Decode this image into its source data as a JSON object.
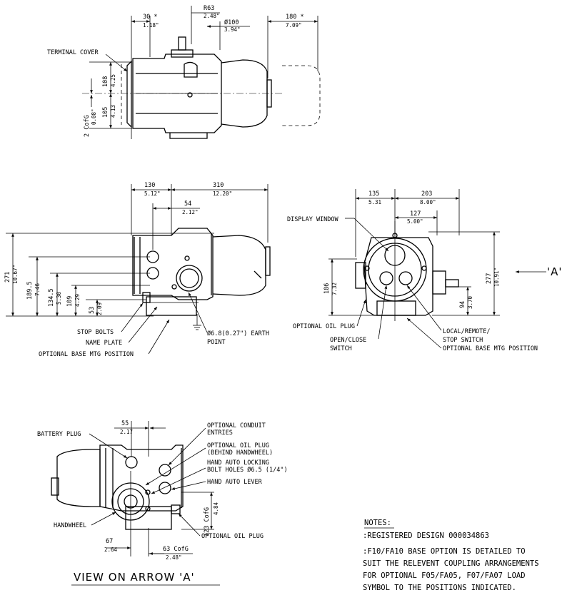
{
  "top_view": {
    "terminal_cover": "TERMINAL COVER",
    "dim_30": "30 *",
    "dim_30_in": "1.18\"",
    "dim_r63": "R63",
    "dim_r63_in": "2.48\"",
    "dim_100": "Ø100",
    "dim_100_in": "3.94\"",
    "dim_180": "180 *",
    "dim_180_in": "7.09\"",
    "dim_108": "108",
    "dim_108_in": "4.25",
    "dim_105": "105",
    "dim_105_in": "4.13",
    "dim_cofg": "2 CofG",
    "dim_cofg_in": "0.08\""
  },
  "side_view": {
    "dim_130": "130",
    "dim_130_in": "5.12\"",
    "dim_310": "310",
    "dim_310_in": "12.20\"",
    "dim_54": "54",
    "dim_54_in": "2.12\"",
    "dim_271": "271",
    "dim_271_in": "10.67\"",
    "dim_189": "189.5",
    "dim_189_in": "7.46",
    "dim_134": "134.5",
    "dim_134_in": "5.30",
    "dim_109": "109",
    "dim_109_in": "4.29",
    "dim_53": "53",
    "dim_53_in": "2.09",
    "stop_bolts": "STOP BOLTS",
    "name_plate": "NAME PLATE",
    "opt_base": "OPTIONAL BASE MTG POSITION",
    "earth_1": "Ø6.8(0.27\") EARTH",
    "earth_2": "POINT"
  },
  "front_view": {
    "dim_135": "135",
    "dim_135_in": "5.31",
    "dim_203": "203",
    "dim_203_in": "8.00\"",
    "dim_127": "127",
    "dim_127_in": "5.00\"",
    "dim_186": "186",
    "dim_186_in": "7.32",
    "dim_277": "277",
    "dim_277_in": "10.91\"",
    "dim_94": "94",
    "dim_94_in": "3.70",
    "arrow_label": "'A'",
    "display_window": "DISPLAY WINDOW",
    "opt_oil_plug": "OPTIONAL OIL PLUG",
    "open_close_1": "OPEN/CLOSE",
    "open_close_2": "SWITCH",
    "local_remote_1": "LOCAL/REMOTE/",
    "local_remote_2": "STOP SWITCH",
    "opt_base": "OPTIONAL BASE MTG POSITION"
  },
  "arrow_view": {
    "dim_55": "55",
    "dim_55_in": "2.17",
    "battery_plug": "BATTERY PLUG",
    "conduit_1": "OPTIONAL CONDUIT",
    "conduit_2": "ENTRIES",
    "oil_plug_1": "OPTIONAL OIL PLUG",
    "oil_plug_2": "(BEHIND HANDWHEEL)",
    "locking_1": "HAND AUTO LOCKING",
    "locking_2": "BOLT HOLES Ø6.5 (1/4\")",
    "lever": "HAND AUTO LEVER",
    "handwheel": "HANDWHEEL",
    "opt_oil_plug": "OPTIONAL OIL PLUG",
    "dim_123": "123 CofG",
    "dim_123_in": "4.84",
    "dim_67": "67",
    "dim_67_in": "2.64",
    "dim_63": "63 CofG",
    "dim_63_in": "2.48\"",
    "caption": "VIEW ON ARROW 'A'"
  },
  "notes": {
    "heading": "NOTES:",
    "line1": ":REGISTERED DESIGN  000034863",
    "line2": ":F10/FA10 BASE OPTION IS DETAILED TO",
    "line3": "SUIT THE RELEVENT COUPLING ARRANGEMENTS",
    "line4": "FOR OPTIONAL F05/FA05, F07/FA07 LOAD",
    "line5": "SYMBOL TO THE POSITIONS INDICATED."
  }
}
